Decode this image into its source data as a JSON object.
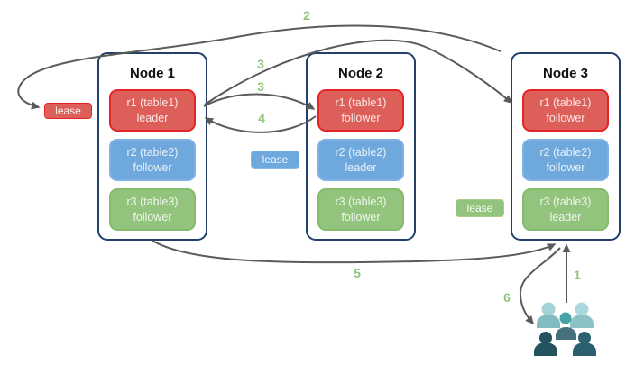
{
  "nodes": [
    {
      "title": "Node 1",
      "replicas": [
        {
          "name": "r1 (table1)",
          "role": "leader",
          "color": "red"
        },
        {
          "name": "r2 (table2)",
          "role": "follower",
          "color": "blue"
        },
        {
          "name": "r3 (table3)",
          "role": "follower",
          "color": "green"
        }
      ]
    },
    {
      "title": "Node 2",
      "replicas": [
        {
          "name": "r1 (table1)",
          "role": "follower",
          "color": "red"
        },
        {
          "name": "r2 (table2)",
          "role": "leader",
          "color": "blue"
        },
        {
          "name": "r3 (table3)",
          "role": "follower",
          "color": "green"
        }
      ]
    },
    {
      "title": "Node 3",
      "replicas": [
        {
          "name": "r1 (table1)",
          "role": "follower",
          "color": "red"
        },
        {
          "name": "r2 (table2)",
          "role": "follower",
          "color": "blue"
        },
        {
          "name": "r3 (table3)",
          "role": "leader",
          "color": "green"
        }
      ]
    }
  ],
  "leases": [
    {
      "label": "lease",
      "color": "#DC5F59"
    },
    {
      "label": "lease",
      "color": "#6FA8DC"
    },
    {
      "label": "lease",
      "color": "#93C47D"
    }
  ],
  "steps": {
    "s1": "1",
    "s2": "2",
    "s3a": "3",
    "s3b": "3",
    "s4": "4",
    "s5": "5",
    "s6": "6"
  },
  "icons": {
    "clients": "users-group-icon"
  },
  "colors": {
    "replica_red": "#DC5F59",
    "replica_red_border": "#E42527",
    "replica_blue": "#6FA8DC",
    "replica_blue_border": "#7EB2E4",
    "replica_green": "#93C47D",
    "replica_green_border": "#85BB6E",
    "node_border": "#23406B",
    "arrow": "#5B5B5B",
    "step_label": "#93C47D"
  }
}
